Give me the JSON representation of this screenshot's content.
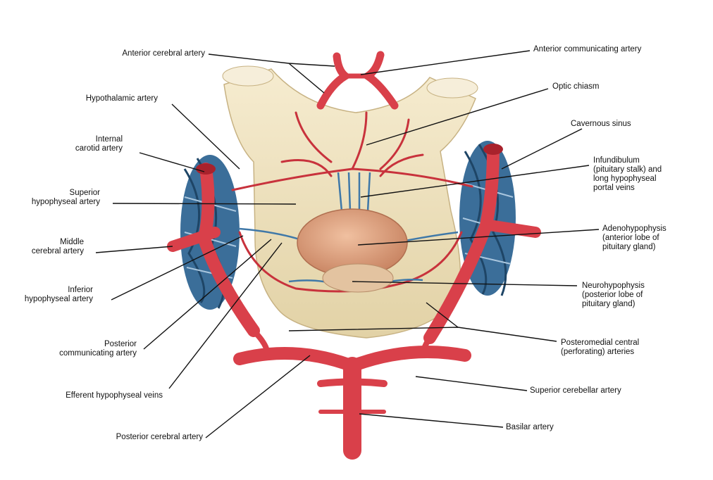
{
  "labels": {
    "anterior_cerebral_artery": "Anterior cerebral artery",
    "anterior_communicating_artery": "Anterior communicating artery",
    "hypothalamic_artery": "Hypothalamic artery",
    "optic_chiasm": "Optic chiasm",
    "internal_carotid_artery": "Internal\ncarotid artery",
    "cavernous_sinus": "Cavernous sinus",
    "superior_hypophyseal_artery": "Superior\nhypophyseal artery",
    "infundibulum": "Infundibulum\n(pituitary stalk) and\nlong hypophyseal\nportal veins",
    "middle_cerebral_artery": "Middle\ncerebral artery",
    "adenohypophysis": "Adenohypophysis\n(anterior lobe of\npituitary gland)",
    "inferior_hypophyseal_artery": "Inferior\nhypophyseal artery",
    "neurohypophysis": "Neurohypophysis\n(posterior lobe of\npituitary gland)",
    "posterior_communicating_artery": "Posterior\ncommunicating artery",
    "posteromedial_central_arteries": "Posteromedial central\n(perforating) arteries",
    "efferent_hypophyseal_veins": "Efferent hypophyseal veins",
    "superior_cerebellar_artery": "Superior cerebellar artery",
    "posterior_cerebral_artery": "Posterior cerebral artery",
    "basilar_artery": "Basilar artery"
  },
  "colors": {
    "artery": "#d9404a",
    "artery_dark": "#a8222c",
    "vein": "#3f78a8",
    "sinus": "#2d5f8a",
    "chiasm": "#efe2bd",
    "gland": "#d89a78",
    "leader_line": "#111111"
  }
}
